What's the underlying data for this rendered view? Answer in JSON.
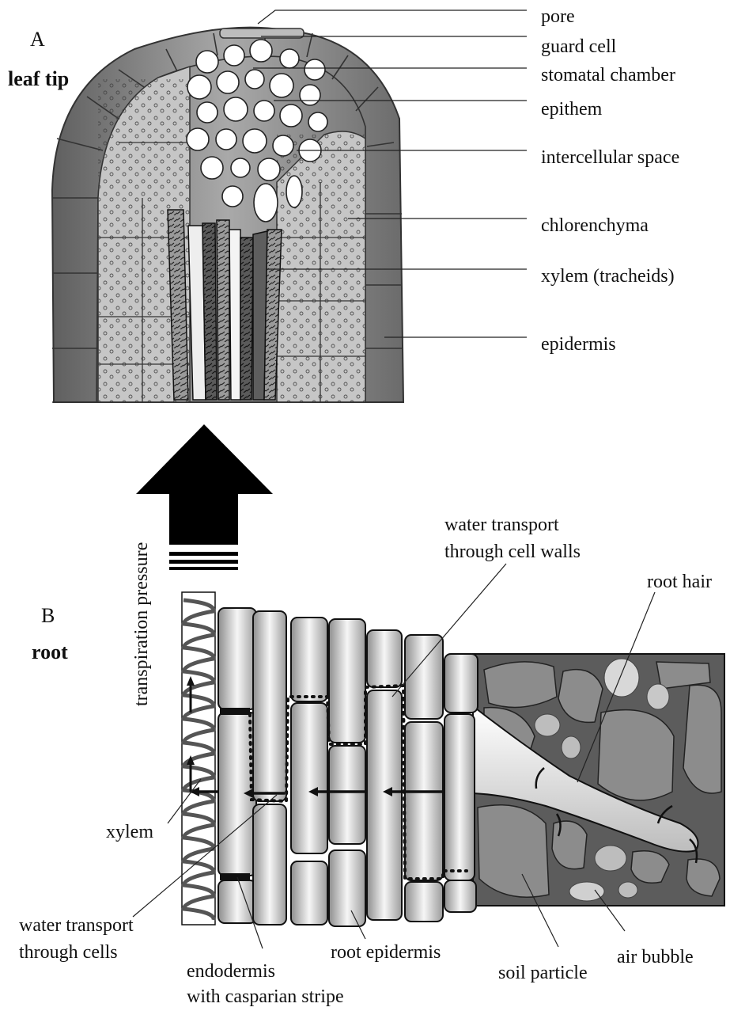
{
  "panel_a": {
    "letter": "A",
    "title": "leaf tip",
    "labels": {
      "pore": "pore",
      "guard_cell": "guard cell",
      "stomatal_chamber": "stomatal chamber",
      "epithem": "epithem",
      "intercellular_space": "intercellular space",
      "chlorenchyma": "chlorenchyma",
      "xylem_tracheids": "xylem (tracheids)",
      "epidermis": "epidermis"
    }
  },
  "arrow": {
    "label": "transpiration pressure"
  },
  "panel_b": {
    "letter": "B",
    "title": "root",
    "labels": {
      "water_cell_walls_1": "water transport",
      "water_cell_walls_2": "through cell walls",
      "root_hair": "root hair",
      "xylem": "xylem",
      "water_cells_1": "water transport",
      "water_cells_2": "through cells",
      "endodermis_1": "endodermis",
      "endodermis_2": "with casparian stripe",
      "root_epidermis": "root epidermis",
      "soil_particle": "soil particle",
      "air_bubble": "air bubble"
    }
  },
  "colors": {
    "epidermis": "#8a8a8a",
    "chlorenchyma": "#c4c4c4",
    "epithem": "#ffffff",
    "xylem": "#6e6e6e",
    "soil_background": "#5c5c5c",
    "soil_particle": "#8c8c8c"
  }
}
